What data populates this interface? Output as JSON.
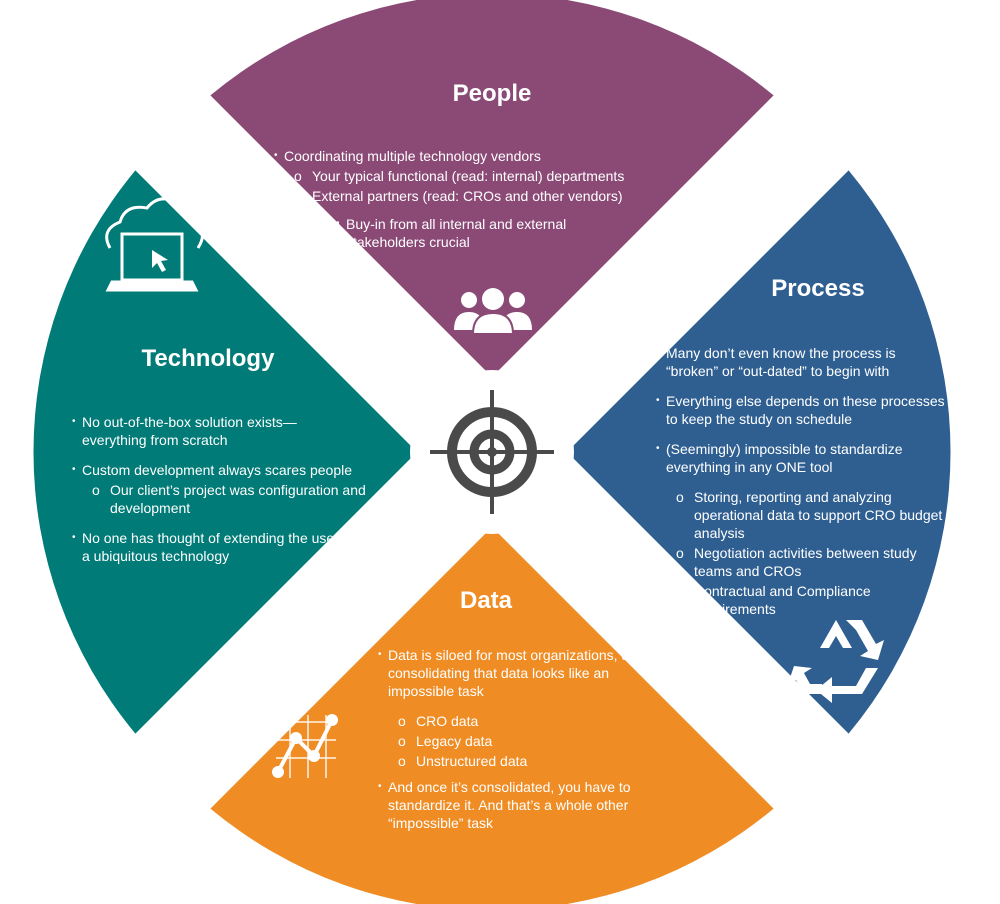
{
  "colors": {
    "people": "#8b4a76",
    "process": "#2f5f91",
    "data": "#f08c24",
    "technology": "#007b77",
    "hub_bg": "#ffffff",
    "hub_icon": "#4a4a4a"
  },
  "people": {
    "title": "People",
    "lines": [
      {
        "text": "Coordinating multiple technology vendors",
        "level": 1
      },
      {
        "text": "Your typical functional (read: internal) departments",
        "level": 2
      },
      {
        "text": "External partners (read: CROs and other vendors)",
        "level": 2
      },
      {
        "text": "Buy-in from all internal and external stakeholders crucial",
        "level": 1
      }
    ],
    "icon": "people-group-icon"
  },
  "process": {
    "title": "Process",
    "lines": [
      {
        "text": "Many don’t even know the process is “broken” or “out-dated” to begin with",
        "level": 1
      },
      {
        "text": "Everything else depends on these processes to keep the study on schedule",
        "level": 1
      },
      {
        "text": "(Seemingly) impossible to standardize everything in any ONE tool",
        "level": 1
      },
      {
        "text": "Storing, reporting and analyzing operational data to support CRO budget analysis",
        "level": 2
      },
      {
        "text": "Negotiation activities between study teams and CROs",
        "level": 2
      },
      {
        "text": "Contractual and Compliance requirements",
        "level": 2
      }
    ],
    "icon": "recycle-icon"
  },
  "data": {
    "title": "Data",
    "lines": [
      {
        "text": "Data is siloed for most organizations, and consolidating that data looks like an impossible task",
        "level": 1
      },
      {
        "text": "CRO data",
        "level": 2
      },
      {
        "text": "Legacy data",
        "level": 2
      },
      {
        "text": "Unstructured data",
        "level": 2
      },
      {
        "text": "And once it’s consolidated, you have to standardize it. And that’s a whole other “impossible” task",
        "level": 1
      }
    ],
    "icon": "line-chart-icon"
  },
  "technology": {
    "title": "Technology",
    "lines": [
      {
        "text": "No out-of-the-box solution exists—everything from scratch",
        "level": 1
      },
      {
        "text": "Custom development always scares people",
        "level": 1
      },
      {
        "text": "Our client’s project was configuration and development",
        "level": 2
      },
      {
        "text": "No one has thought of extending the use of a ubiquitous technology",
        "level": 1
      }
    ],
    "icon": "cloud-laptop-icon"
  },
  "hub": {
    "icon": "crosshair-target-icon"
  }
}
